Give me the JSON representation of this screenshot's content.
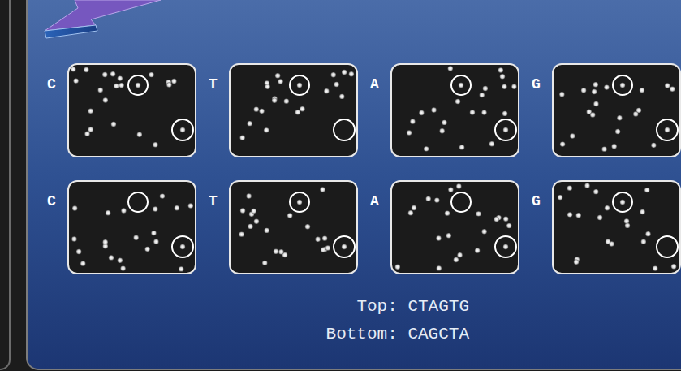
{
  "diagram": {
    "nodes": [
      {
        "text": [
          "C"
        ]
      },
      {
        "text": [
          "T"
        ]
      },
      {
        "text": [
          "A"
        ]
      },
      {
        "text": [
          "G"
        ]
      },
      {
        "text": [
          "C"
        ]
      },
      {
        "text": [
          "T"
        ]
      },
      {
        "text": [
          "A"
        ]
      },
      {
        "text": [
          "G"
        ]
      }
    ],
    "labels": [
      "Top: CTAGTG",
      "Bottom: CAGCTA"
    ]
  }
}
